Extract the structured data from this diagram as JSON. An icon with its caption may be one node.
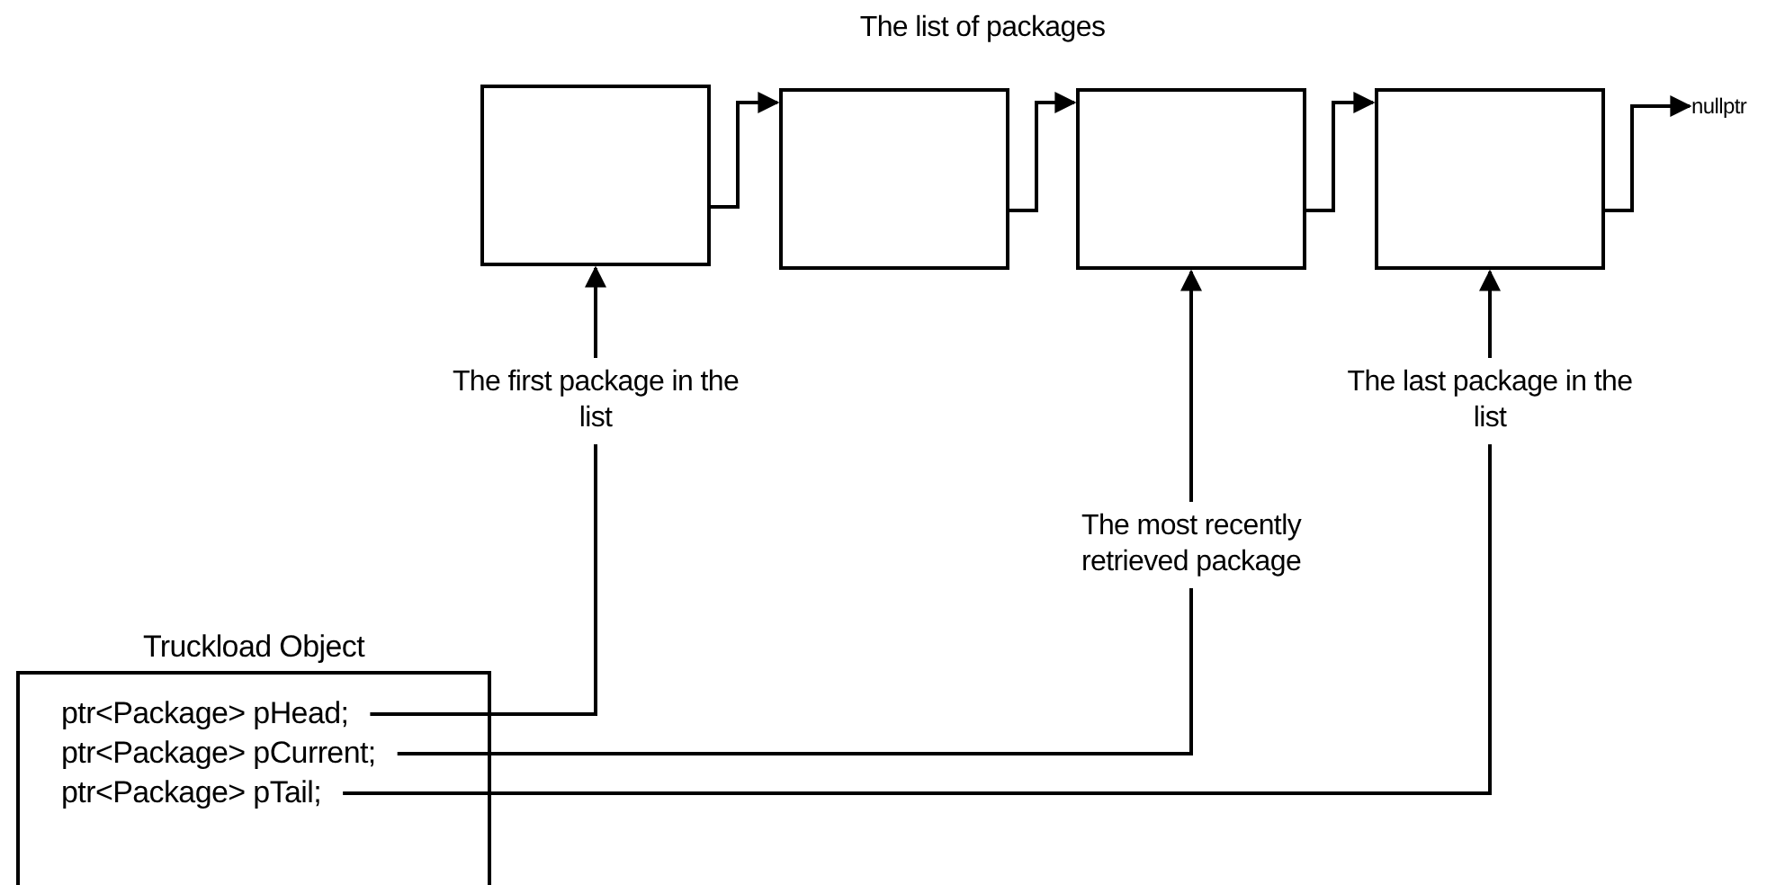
{
  "diagram": {
    "title": "The list of packages",
    "nodes": [
      {
        "text": [],
        "shape": "box"
      },
      {
        "text": [],
        "shape": "box"
      },
      {
        "text": [],
        "shape": "box"
      },
      {
        "text": [],
        "shape": "box"
      },
      {
        "text": [
          "nullptr"
        ]
      },
      {
        "text": [
          "The first package in the list"
        ]
      },
      {
        "text": [
          "The most recently retrieved package"
        ]
      },
      {
        "text": [
          "The last package in the list"
        ]
      },
      {
        "text": [
          "Truckload Object"
        ]
      },
      {
        "text": [
          "ptr<Package> pHead;"
        ],
        "in": 8
      },
      {
        "text": [
          "ptr<Package> pCurrent;"
        ],
        "in": 8
      },
      {
        "text": [
          "ptr<Package> pTail;"
        ],
        "in": 8
      }
    ],
    "edges": [
      {
        "from": 0,
        "to": 1,
        "arrow": "to"
      },
      {
        "from": 1,
        "to": 2,
        "arrow": "to"
      },
      {
        "from": 2,
        "to": 3,
        "arrow": "to"
      },
      {
        "from": 3,
        "to": 4,
        "arrow": "to"
      },
      {
        "from": 9,
        "to": 5,
        "arrow": "none"
      },
      {
        "from": 5,
        "to": 0,
        "arrow": "to"
      },
      {
        "from": 10,
        "to": 6,
        "arrow": "none"
      },
      {
        "from": 6,
        "to": 2,
        "arrow": "to"
      },
      {
        "from": 11,
        "to": 7,
        "arrow": "none"
      },
      {
        "from": 7,
        "to": 3,
        "arrow": "to"
      }
    ]
  }
}
